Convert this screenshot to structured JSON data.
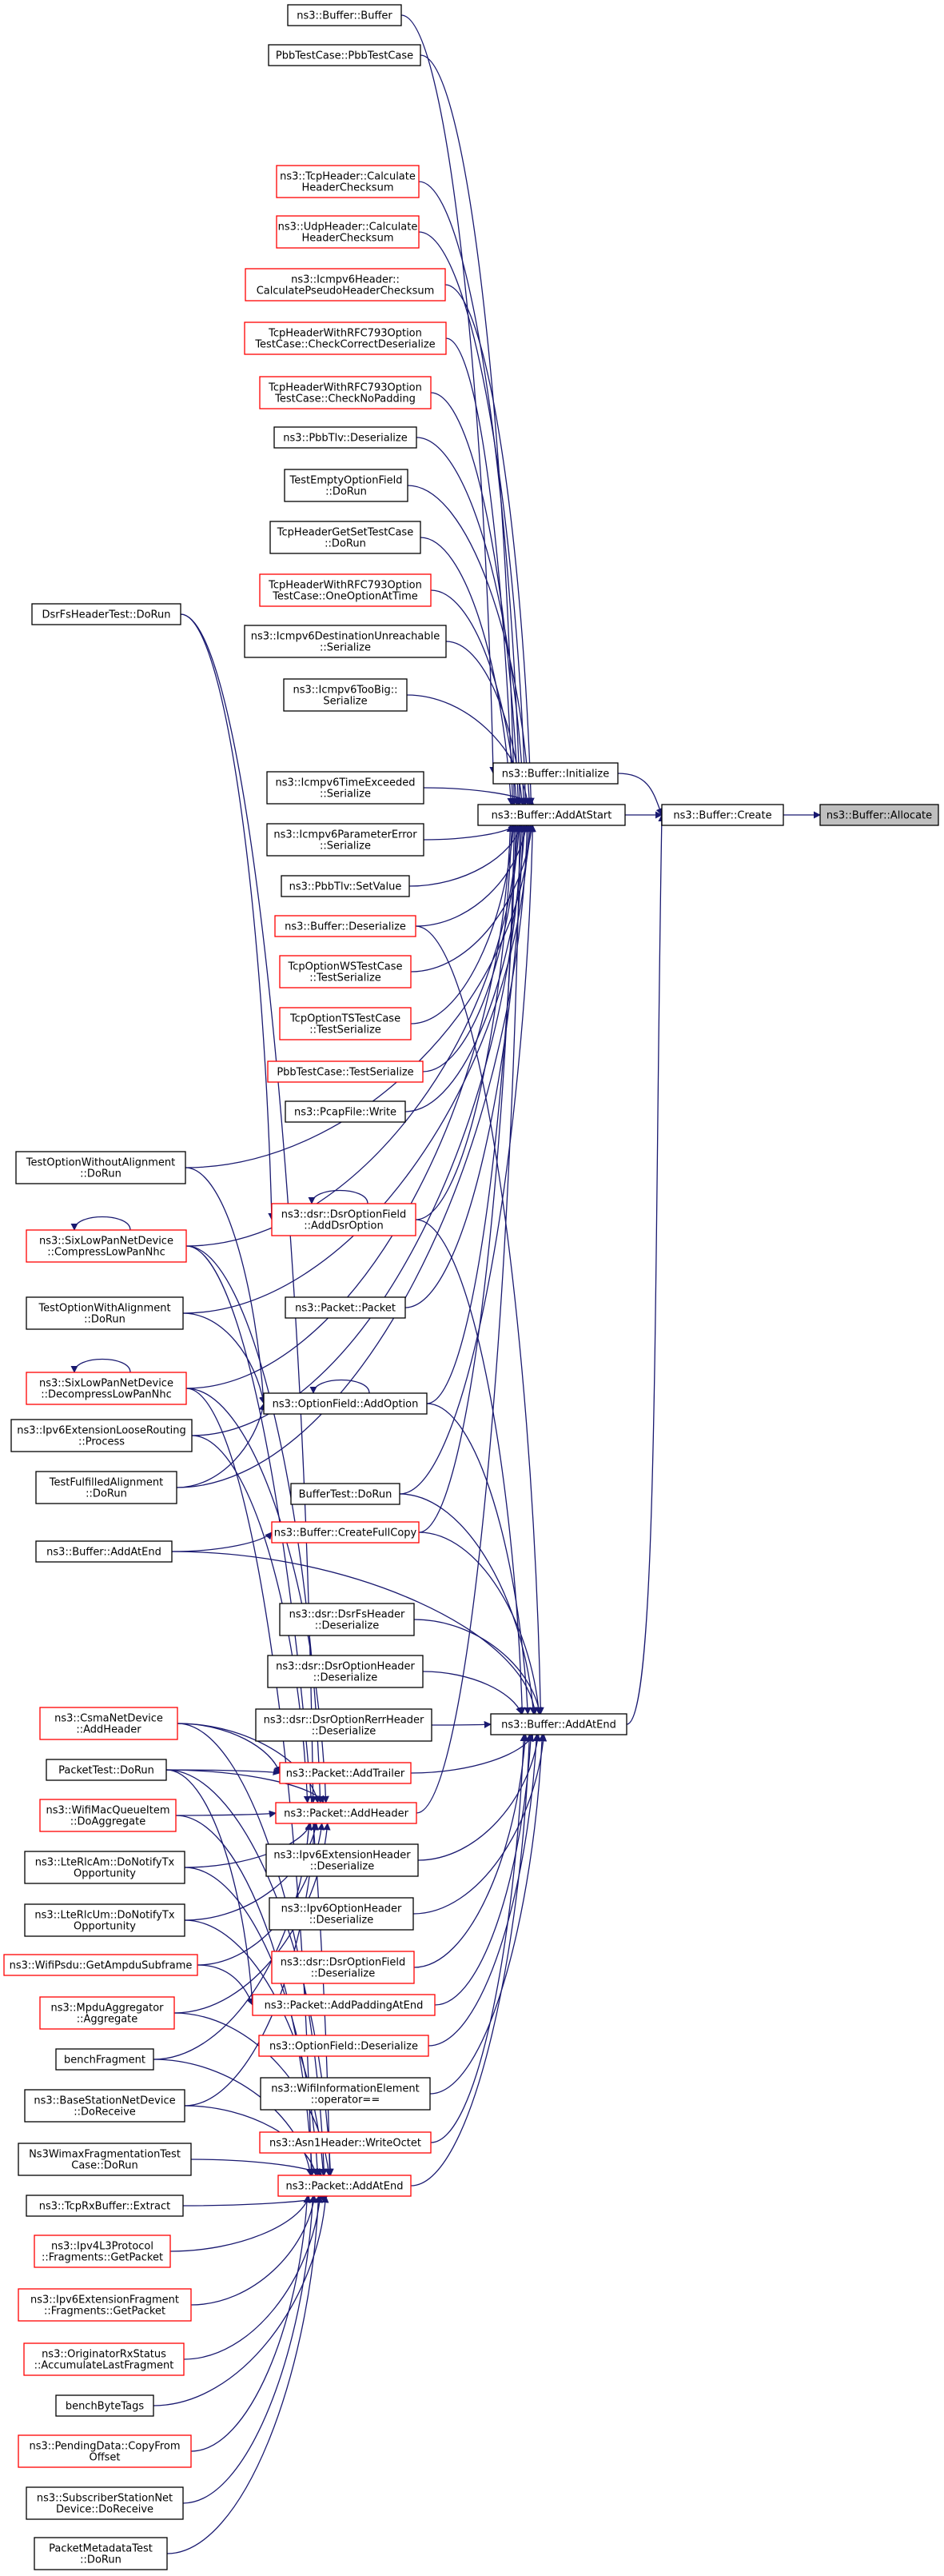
{
  "colors": {
    "edge": "#191970",
    "black_border": "#000000",
    "red_border": "#ff0000",
    "highlight_fill": "#bfbfbf",
    "node_fill": "#ffffff"
  },
  "nodes": [
    {
      "id": "allocate",
      "lines": [
        "ns3::Buffer::Allocate"
      ],
      "border": "black",
      "highlight": true
    },
    {
      "id": "create",
      "lines": [
        "ns3::Buffer::Create"
      ],
      "border": "black"
    },
    {
      "id": "initialize",
      "lines": [
        "ns3::Buffer::Initialize"
      ],
      "border": "black"
    },
    {
      "id": "addatstart",
      "lines": [
        "ns3::Buffer::AddAtStart"
      ],
      "border": "black"
    },
    {
      "id": "addatend",
      "lines": [
        "ns3::Buffer::AddAtEnd"
      ],
      "border": "black"
    },
    {
      "id": "bufferbuffer",
      "lines": [
        "ns3::Buffer::Buffer"
      ],
      "border": "black"
    },
    {
      "id": "pbbtestcase",
      "lines": [
        "PbbTestCase::PbbTestCase"
      ],
      "border": "black"
    },
    {
      "id": "tcpcalc",
      "lines": [
        "ns3::TcpHeader::Calculate",
        "HeaderChecksum"
      ],
      "border": "red"
    },
    {
      "id": "udpcalc",
      "lines": [
        "ns3::UdpHeader::Calculate",
        "HeaderChecksum"
      ],
      "border": "red"
    },
    {
      "id": "icmpv6calc",
      "lines": [
        "ns3::Icmpv6Header::",
        "CalculatePseudoHeaderChecksum"
      ],
      "border": "red"
    },
    {
      "id": "tcprfccheck",
      "lines": [
        "TcpHeaderWithRFC793Option",
        "TestCase::CheckCorrectDeserialize"
      ],
      "border": "red"
    },
    {
      "id": "tcprfcnopad",
      "lines": [
        "TcpHeaderWithRFC793Option",
        "TestCase::CheckNoPadding"
      ],
      "border": "red"
    },
    {
      "id": "pbbtlvdeser",
      "lines": [
        "ns3::PbbTlv::Deserialize"
      ],
      "border": "black"
    },
    {
      "id": "testemptyopt",
      "lines": [
        "TestEmptyOptionField",
        "::DoRun"
      ],
      "border": "black"
    },
    {
      "id": "tcpgetset",
      "lines": [
        "TcpHeaderGetSetTestCase",
        "::DoRun"
      ],
      "border": "black"
    },
    {
      "id": "tcprfconeopt",
      "lines": [
        "TcpHeaderWithRFC793Option",
        "TestCase::OneOptionAtTime"
      ],
      "border": "red"
    },
    {
      "id": "icmpv6dest",
      "lines": [
        "ns3::Icmpv6DestinationUnreachable",
        "::Serialize"
      ],
      "border": "black"
    },
    {
      "id": "icmpv6toobig",
      "lines": [
        "ns3::Icmpv6TooBig::",
        "Serialize"
      ],
      "border": "black"
    },
    {
      "id": "dsrfsheadertest",
      "lines": [
        "DsrFsHeaderTest::DoRun"
      ],
      "border": "black"
    },
    {
      "id": "icmpv6timeexc",
      "lines": [
        "ns3::Icmpv6TimeExceeded",
        "::Serialize"
      ],
      "border": "black"
    },
    {
      "id": "icmpv6param",
      "lines": [
        "ns3::Icmpv6ParameterError",
        "::Serialize"
      ],
      "border": "black"
    },
    {
      "id": "pbbtlvsetvalue",
      "lines": [
        "ns3::PbbTlv::SetValue"
      ],
      "border": "black"
    },
    {
      "id": "bufferdeser",
      "lines": [
        "ns3::Buffer::Deserialize"
      ],
      "border": "red"
    },
    {
      "id": "tcpoptws",
      "lines": [
        "TcpOptionWSTestCase",
        "::TestSerialize"
      ],
      "border": "red"
    },
    {
      "id": "tcpoptts",
      "lines": [
        "TcpOptionTSTestCase",
        "::TestSerialize"
      ],
      "border": "red"
    },
    {
      "id": "pbbtestser",
      "lines": [
        "PbbTestCase::TestSerialize"
      ],
      "border": "red"
    },
    {
      "id": "pcapwrite",
      "lines": [
        "ns3::PcapFile::Write"
      ],
      "border": "black"
    },
    {
      "id": "testoptwithout",
      "lines": [
        "TestOptionWithoutAlignment",
        "::DoRun"
      ],
      "border": "black"
    },
    {
      "id": "dsraddopt",
      "lines": [
        "ns3::dsr::DsrOptionField",
        "::AddDsrOption"
      ],
      "border": "red"
    },
    {
      "id": "sixcompress",
      "lines": [
        "ns3::SixLowPanNetDevice",
        "::CompressLowPanNhc"
      ],
      "border": "red"
    },
    {
      "id": "packetpacket",
      "lines": [
        "ns3::Packet::Packet"
      ],
      "border": "black"
    },
    {
      "id": "testoptwith",
      "lines": [
        "TestOptionWithAlignment",
        "::DoRun"
      ],
      "border": "black"
    },
    {
      "id": "sixdecompress",
      "lines": [
        "ns3::SixLowPanNetDevice",
        "::DecompressLowPanNhc"
      ],
      "border": "red"
    },
    {
      "id": "optfieldaddopt",
      "lines": [
        "ns3::OptionField::AddOption"
      ],
      "border": "black"
    },
    {
      "id": "ipv6loose",
      "lines": [
        "ns3::Ipv6ExtensionLooseRouting",
        "::Process"
      ],
      "border": "black"
    },
    {
      "id": "testfulfilled",
      "lines": [
        "TestFulfilledAlignment",
        "::DoRun"
      ],
      "border": "black"
    },
    {
      "id": "buffertestdorun",
      "lines": [
        "BufferTest::DoRun"
      ],
      "border": "black"
    },
    {
      "id": "createfullcopy",
      "lines": [
        "ns3::Buffer::CreateFullCopy"
      ],
      "border": "red"
    },
    {
      "id": "bufferaddatend2",
      "lines": [
        "ns3::Buffer::AddAtEnd"
      ],
      "border": "black"
    },
    {
      "id": "dsrfsdeser",
      "lines": [
        "ns3::dsr::DsrFsHeader",
        "::Deserialize"
      ],
      "border": "black"
    },
    {
      "id": "dsropthdrdeser",
      "lines": [
        "ns3::dsr::DsrOptionHeader",
        "::Deserialize"
      ],
      "border": "black"
    },
    {
      "id": "dsrrerrdeser",
      "lines": [
        "ns3::dsr::DsrOptionRerrHeader",
        "::Deserialize"
      ],
      "border": "black"
    },
    {
      "id": "csmaaddheader",
      "lines": [
        "ns3::CsmaNetDevice",
        "::AddHeader"
      ],
      "border": "red"
    },
    {
      "id": "packettestdorun",
      "lines": [
        "PacketTest::DoRun"
      ],
      "border": "black"
    },
    {
      "id": "addtrailer",
      "lines": [
        "ns3::Packet::AddTrailer"
      ],
      "border": "red"
    },
    {
      "id": "wifimacqueue",
      "lines": [
        "ns3::WifiMacQueueItem",
        "::DoAggregate"
      ],
      "border": "red"
    },
    {
      "id": "addheader",
      "lines": [
        "ns3::Packet::AddHeader"
      ],
      "border": "red"
    },
    {
      "id": "ipv6exthdrdeser",
      "lines": [
        "ns3::Ipv6ExtensionHeader",
        "::Deserialize"
      ],
      "border": "black"
    },
    {
      "id": "lterlcam",
      "lines": [
        "ns3::LteRlcAm::DoNotifyTx",
        "Opportunity"
      ],
      "border": "black"
    },
    {
      "id": "ipv6opthdrdeser",
      "lines": [
        "ns3::Ipv6OptionHeader",
        "::Deserialize"
      ],
      "border": "black"
    },
    {
      "id": "lterlcum",
      "lines": [
        "ns3::LteRlcUm::DoNotifyTx",
        "Opportunity"
      ],
      "border": "black"
    },
    {
      "id": "dsroptfielddeser",
      "lines": [
        "ns3::dsr::DsrOptionField",
        "::Deserialize"
      ],
      "border": "red"
    },
    {
      "id": "wifipsdu",
      "lines": [
        "ns3::WifiPsdu::GetAmpduSubframe"
      ],
      "border": "red"
    },
    {
      "id": "addpadding",
      "lines": [
        "ns3::Packet::AddPaddingAtEnd"
      ],
      "border": "red"
    },
    {
      "id": "mpduagg",
      "lines": [
        "ns3::MpduAggregator",
        "::Aggregate"
      ],
      "border": "red"
    },
    {
      "id": "optfielddeser",
      "lines": [
        "ns3::OptionField::Deserialize"
      ],
      "border": "red"
    },
    {
      "id": "benchfragment",
      "lines": [
        "benchFragment"
      ],
      "border": "black"
    },
    {
      "id": "wifiinfoelem",
      "lines": [
        "ns3::WifiInformationElement",
        "::operator=="
      ],
      "border": "black"
    },
    {
      "id": "basestation",
      "lines": [
        "ns3::BaseStationNetDevice",
        "::DoReceive"
      ],
      "border": "black"
    },
    {
      "id": "asn1write",
      "lines": [
        "ns3::Asn1Header::WriteOctet"
      ],
      "border": "red"
    },
    {
      "id": "wimaxfrag",
      "lines": [
        "Ns3WimaxFragmentationTest",
        "Case::DoRun"
      ],
      "border": "black"
    },
    {
      "id": "packetaddatend",
      "lines": [
        "ns3::Packet::AddAtEnd"
      ],
      "border": "red"
    },
    {
      "id": "tcprxbuffer",
      "lines": [
        "ns3::TcpRxBuffer::Extract"
      ],
      "border": "black"
    },
    {
      "id": "ipv4l3frag",
      "lines": [
        "ns3::Ipv4L3Protocol",
        "::Fragments::GetPacket"
      ],
      "border": "red"
    },
    {
      "id": "ipv6extfrag",
      "lines": [
        "ns3::Ipv6ExtensionFragment",
        "::Fragments::GetPacket"
      ],
      "border": "red"
    },
    {
      "id": "originator",
      "lines": [
        "ns3::OriginatorRxStatus",
        "::AccumulateLastFragment"
      ],
      "border": "red"
    },
    {
      "id": "benchbytetags",
      "lines": [
        "benchByteTags"
      ],
      "border": "black"
    },
    {
      "id": "pendingdata",
      "lines": [
        "ns3::PendingData::CopyFrom",
        "Offset"
      ],
      "border": "red"
    },
    {
      "id": "subscriber",
      "lines": [
        "ns3::SubscriberStationNet",
        "Device::DoReceive"
      ],
      "border": "black"
    },
    {
      "id": "packetmetadata",
      "lines": [
        "PacketMetadataTest",
        "::DoRun"
      ],
      "border": "black"
    }
  ]
}
